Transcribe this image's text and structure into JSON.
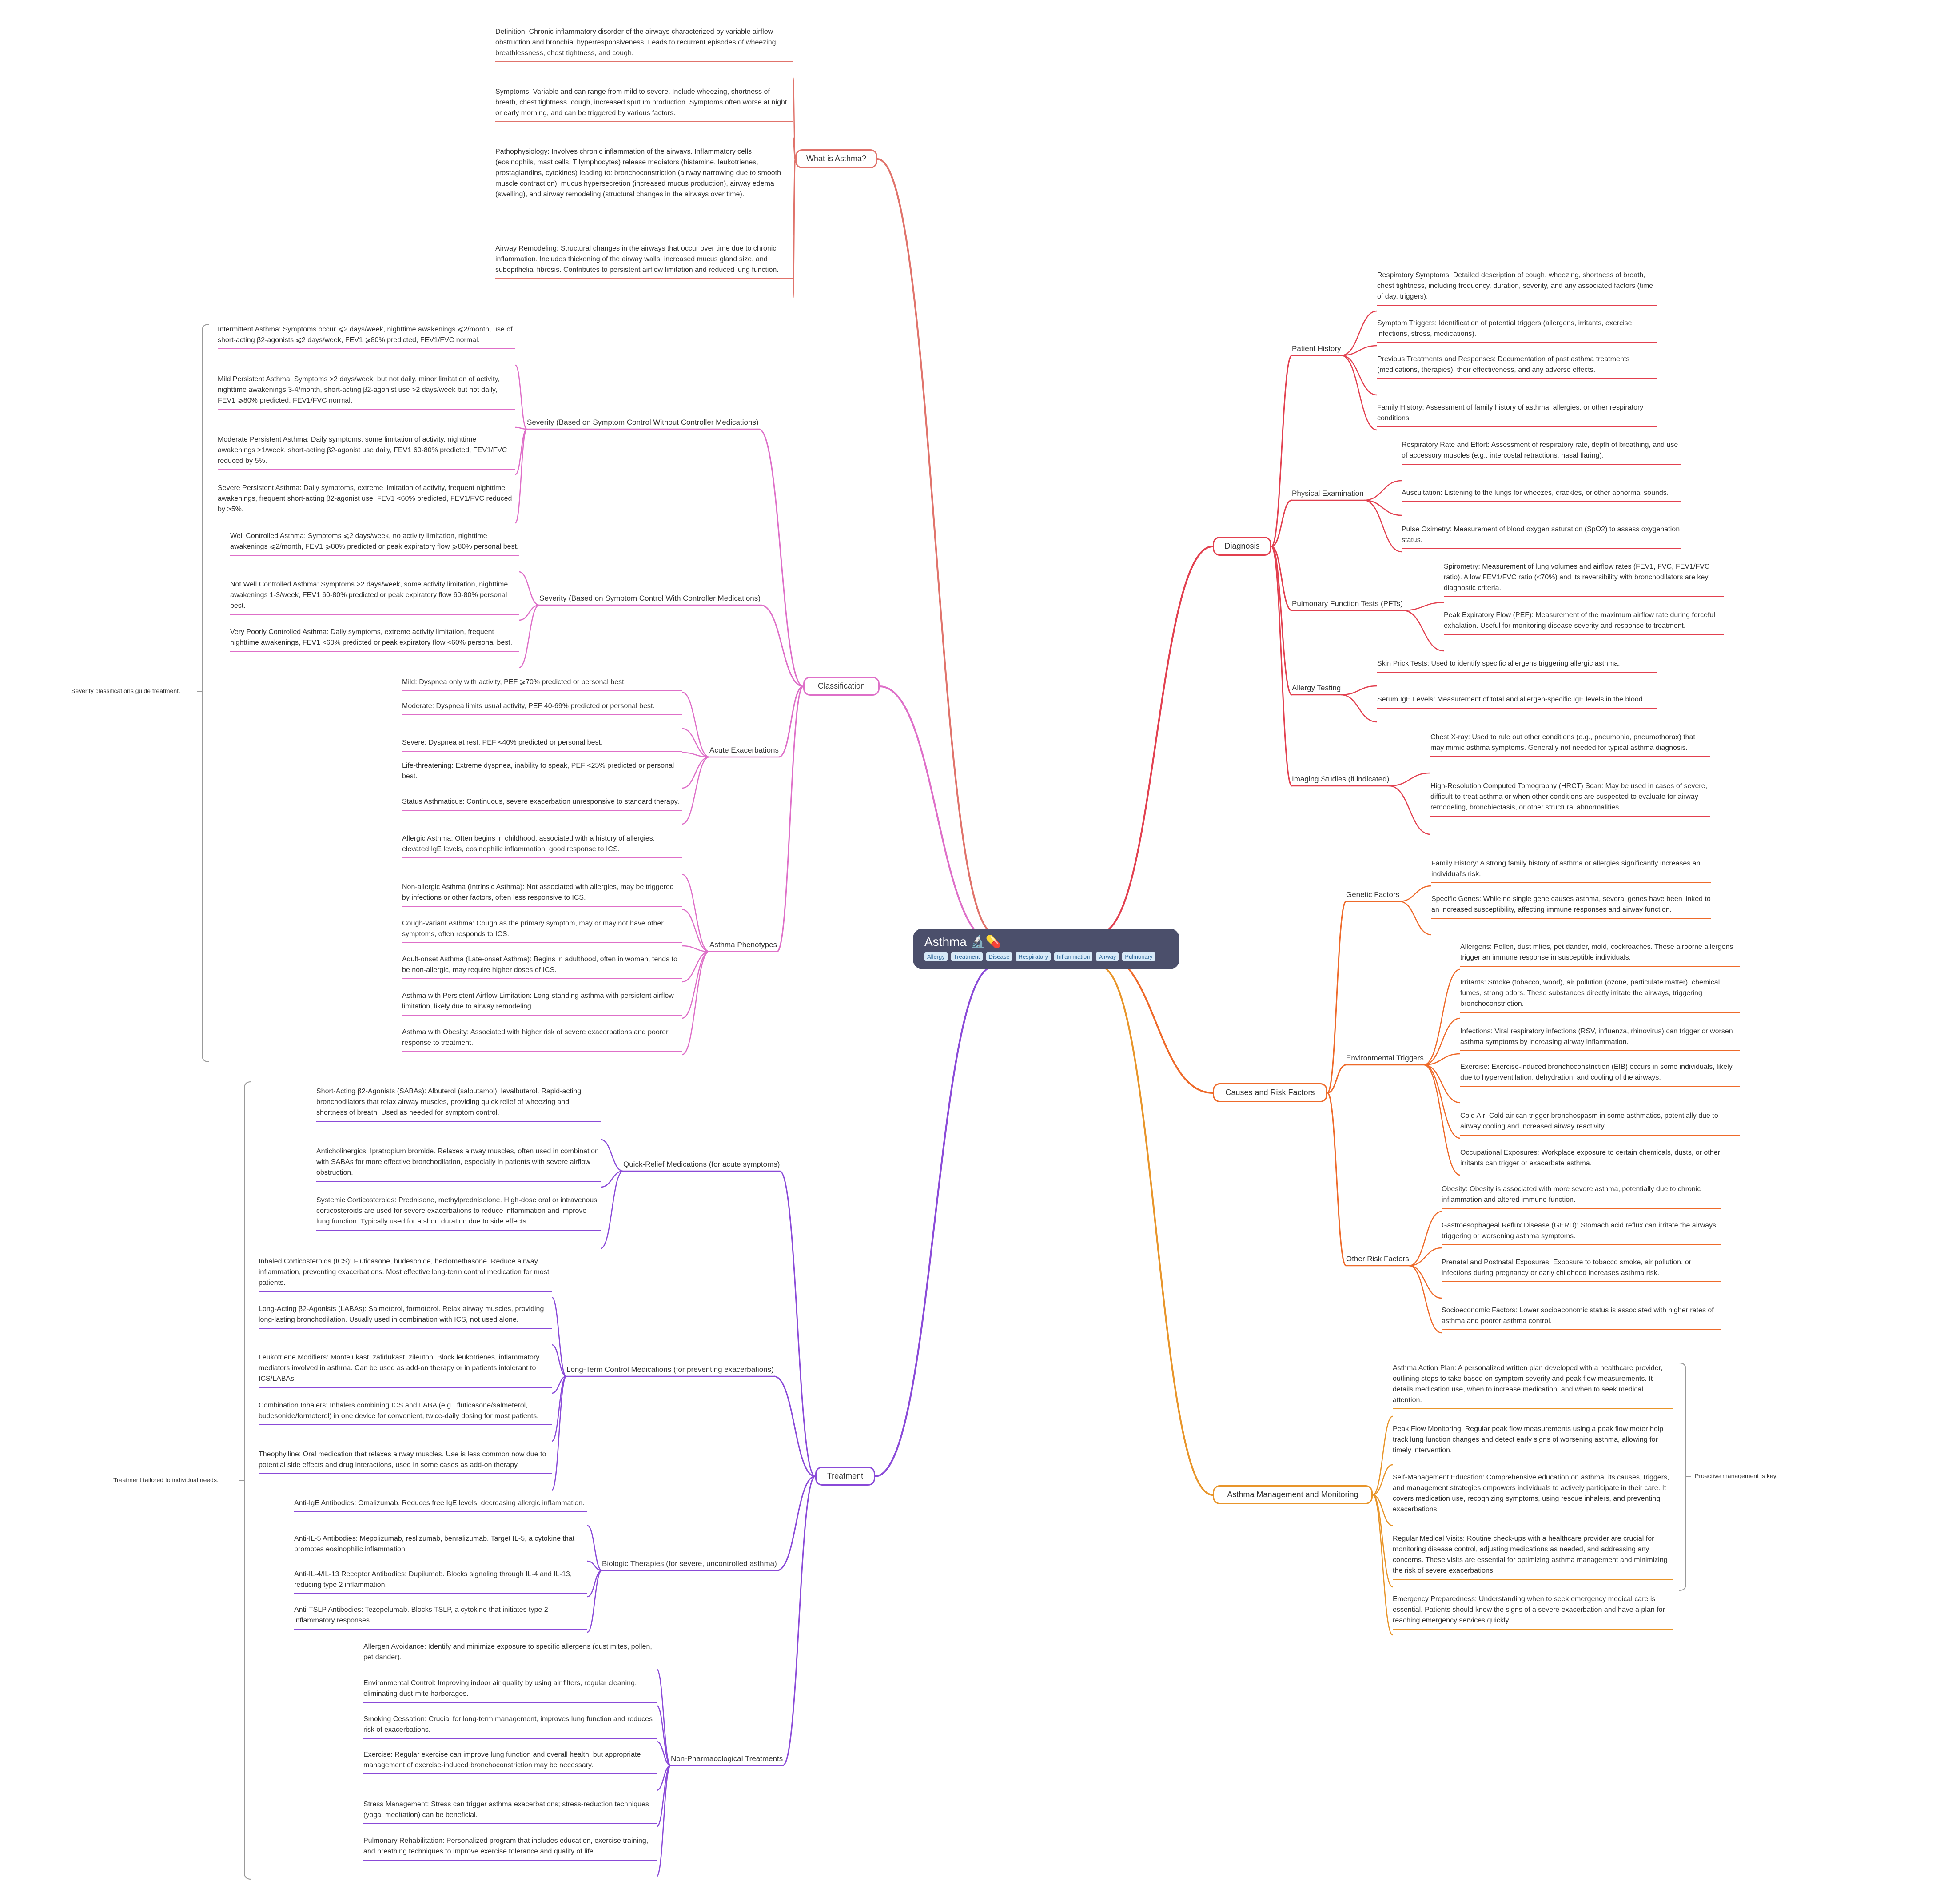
{
  "central": {
    "title": "Asthma 🔬💊",
    "tags": [
      "Allergy",
      "Treatment",
      "Disease",
      "Respiratory",
      "Inflammation",
      "Airway",
      "Pulmonary"
    ]
  },
  "colors": {
    "what": "#e0736b",
    "classification": "#de6fc8",
    "treatment": "#8a4ad8",
    "diagnosis": "#e2404f",
    "causes": "#ee6a2a",
    "management": "#e8952a",
    "central_bg": "#4b4f6b"
  },
  "branches": {
    "what": {
      "label": "What is Asthma?",
      "leaves": [
        "Definition: Chronic inflammatory disorder of the airways characterized by variable airflow obstruction and bronchial hyperresponsiveness. Leads to recurrent episodes of wheezing, breathlessness, chest tightness, and cough.",
        "Symptoms: Variable and can range from mild to severe. Include wheezing, shortness of breath, chest tightness, cough, increased sputum production. Symptoms often worse at night or early morning, and can be triggered by various factors.",
        "Pathophysiology: Involves chronic inflammation of the airways. Inflammatory cells (eosinophils, mast cells, T lymphocytes) release mediators (histamine, leukotrienes, prostaglandins, cytokines) leading to: bronchoconstriction (airway narrowing due to smooth muscle contraction), mucus hypersecretion (increased mucus production), airway edema (swelling), and airway remodeling (structural changes in the airways over time).",
        "Airway Remodeling: Structural changes in the airways that occur over time due to chronic inflammation. Includes thickening of the airway walls, increased mucus gland size, and subepithelial fibrosis. Contributes to persistent airflow limitation and reduced lung function."
      ]
    },
    "classification": {
      "label": "Classification",
      "note": "Severity classifications guide treatment.",
      "severity_without": {
        "label": "Severity (Based on Symptom Control Without Controller Medications)",
        "leaves": [
          "Intermittent Asthma: Symptoms occur ⩽2 days/week, nighttime awakenings ⩽2/month, use of short-acting β2-agonists ⩽2 days/week, FEV1 ⩾80% predicted, FEV1/FVC normal.",
          "Mild Persistent Asthma: Symptoms >2 days/week, but not daily, minor limitation of activity, nighttime awakenings 3-4/month, short-acting β2-agonist use >2 days/week but not daily, FEV1 ⩾80% predicted, FEV1/FVC normal.",
          "Moderate Persistent Asthma: Daily symptoms, some limitation of activity, nighttime awakenings >1/week, short-acting β2-agonist use daily, FEV1 60-80% predicted, FEV1/FVC reduced by 5%.",
          "Severe Persistent Asthma: Daily symptoms, extreme limitation of activity, frequent nighttime awakenings, frequent short-acting β2-agonist use, FEV1 <60% predicted, FEV1/FVC reduced by >5%."
        ]
      },
      "severity_with": {
        "label": "Severity (Based on Symptom Control With Controller Medications)",
        "leaves": [
          "Well Controlled Asthma: Symptoms ⩽2 days/week, no activity limitation, nighttime awakenings ⩽2/month, FEV1 ⩾80% predicted or peak expiratory flow ⩾80% personal best.",
          "Not Well Controlled Asthma: Symptoms >2 days/week, some activity limitation, nighttime awakenings 1-3/week, FEV1 60-80% predicted or peak expiratory flow 60-80% personal best.",
          "Very Poorly Controlled Asthma: Daily symptoms, extreme activity limitation, frequent nighttime awakenings, FEV1 <60% predicted or peak expiratory flow <60% personal best."
        ]
      },
      "acute": {
        "label": "Acute Exacerbations",
        "leaves": [
          "Mild: Dyspnea only with activity, PEF ⩾70% predicted or personal best.",
          "Moderate: Dyspnea limits usual activity, PEF 40-69% predicted or personal best.",
          "Severe: Dyspnea at rest, PEF <40% predicted or personal best.",
          "Life-threatening: Extreme dyspnea, inability to speak, PEF <25% predicted or personal best.",
          "Status Asthmaticus: Continuous, severe exacerbation unresponsive to standard therapy."
        ]
      },
      "phenotypes": {
        "label": "Asthma Phenotypes",
        "leaves": [
          "Allergic Asthma: Often begins in childhood, associated with a history of allergies, elevated IgE levels, eosinophilic inflammation, good response to ICS.",
          "Non-allergic Asthma (Intrinsic Asthma): Not associated with allergies, may be triggered by infections or other factors, often less responsive to ICS.",
          "Cough-variant Asthma: Cough as the primary symptom, may or may not have other symptoms, often responds to ICS.",
          "Adult-onset Asthma (Late-onset Asthma): Begins in adulthood, often in women, tends to be non-allergic, may require higher doses of ICS.",
          "Asthma with Persistent Airflow Limitation: Long-standing asthma with persistent airflow limitation, likely due to airway remodeling.",
          "Asthma with Obesity: Associated with higher risk of severe exacerbations and poorer response to treatment."
        ]
      }
    },
    "treatment": {
      "label": "Treatment",
      "note": "Treatment tailored to individual needs.",
      "quick": {
        "label": "Quick-Relief Medications (for acute symptoms)",
        "leaves": [
          "Short-Acting β2-Agonists (SABAs): Albuterol (salbutamol), levalbuterol. Rapid-acting bronchodilators that relax airway muscles, providing quick relief of wheezing and shortness of breath. Used as needed for symptom control.",
          "Anticholinergics: Ipratropium bromide. Relaxes airway muscles, often used in combination with SABAs for more effective bronchodilation, especially in patients with severe airflow obstruction.",
          "Systemic Corticosteroids: Prednisone, methylprednisolone. High-dose oral or intravenous corticosteroids are used for severe exacerbations to reduce inflammation and improve lung function. Typically used for a short duration due to side effects."
        ]
      },
      "longterm": {
        "label": "Long-Term Control Medications (for preventing exacerbations)",
        "leaves": [
          "Inhaled Corticosteroids (ICS): Fluticasone, budesonide, beclomethasone. Reduce airway inflammation, preventing exacerbations. Most effective long-term control medication for most patients.",
          "Long-Acting β2-Agonists (LABAs): Salmeterol, formoterol. Relax airway muscles, providing long-lasting bronchodilation. Usually used in combination with ICS, not used alone.",
          "Leukotriene Modifiers: Montelukast, zafirlukast, zileuton. Block leukotrienes, inflammatory mediators involved in asthma. Can be used as add-on therapy or in patients intolerant to ICS/LABAs.",
          "Combination Inhalers: Inhalers combining ICS and LABA (e.g., fluticasone/salmeterol, budesonide/formoterol) in one device for convenient, twice-daily dosing for most patients.",
          "Theophylline: Oral medication that relaxes airway muscles. Use is less common now due to potential side effects and drug interactions, used in some cases as add-on therapy."
        ]
      },
      "biologic": {
        "label": "Biologic Therapies (for severe, uncontrolled asthma)",
        "leaves": [
          "Anti-IgE Antibodies: Omalizumab. Reduces free IgE levels, decreasing allergic inflammation.",
          "Anti-IL-5 Antibodies: Mepolizumab, reslizumab, benralizumab. Target IL-5, a cytokine that promotes eosinophilic inflammation.",
          "Anti-IL-4/IL-13 Receptor Antibodies: Dupilumab. Blocks signaling through IL-4 and IL-13, reducing type 2 inflammation.",
          "Anti-TSLP Antibodies: Tezepelumab. Blocks TSLP, a cytokine that initiates type 2 inflammatory responses."
        ]
      },
      "nonpharm": {
        "label": "Non-Pharmacological Treatments",
        "leaves": [
          "Allergen Avoidance: Identify and minimize exposure to specific allergens (dust mites, pollen, pet dander).",
          "Environmental Control: Improving indoor air quality by using air filters, regular cleaning, eliminating dust-mite harborages.",
          "Smoking Cessation: Crucial for long-term management, improves lung function and reduces risk of exacerbations.",
          "Exercise: Regular exercise can improve lung function and overall health, but appropriate management of exercise-induced bronchoconstriction may be necessary.",
          "Stress Management: Stress can trigger asthma exacerbations; stress-reduction techniques (yoga, meditation) can be beneficial.",
          "Pulmonary Rehabilitation: Personalized program that includes education, exercise training, and breathing techniques to improve exercise tolerance and quality of life."
        ]
      }
    },
    "diagnosis": {
      "label": "Diagnosis",
      "history": {
        "label": "Patient History",
        "leaves": [
          "Respiratory Symptoms: Detailed description of cough, wheezing, shortness of breath, chest tightness, including frequency, duration, severity, and any associated factors (time of day, triggers).",
          "Symptom Triggers: Identification of potential triggers (allergens, irritants, exercise, infections, stress, medications).",
          "Previous Treatments and Responses: Documentation of past asthma treatments (medications, therapies), their effectiveness, and any adverse effects.",
          "Family History: Assessment of family history of asthma, allergies, or other respiratory conditions."
        ]
      },
      "physical": {
        "label": "Physical Examination",
        "leaves": [
          "Respiratory Rate and Effort: Assessment of respiratory rate, depth of breathing, and use of accessory muscles (e.g., intercostal retractions, nasal flaring).",
          "Auscultation: Listening to the lungs for wheezes, crackles, or other abnormal sounds.",
          "Pulse Oximetry: Measurement of blood oxygen saturation (SpO2) to assess oxygenation status."
        ]
      },
      "pft": {
        "label": "Pulmonary Function Tests (PFTs)",
        "leaves": [
          "Spirometry: Measurement of lung volumes and airflow rates (FEV1, FVC, FEV1/FVC ratio). A low FEV1/FVC ratio (<70%) and its reversibility with bronchodilators are key diagnostic criteria.",
          "Peak Expiratory Flow (PEF): Measurement of the maximum airflow rate during forceful exhalation. Useful for monitoring disease severity and response to treatment."
        ]
      },
      "allergy": {
        "label": "Allergy Testing",
        "leaves": [
          "Skin Prick Tests: Used to identify specific allergens triggering allergic asthma.",
          "Serum IgE Levels: Measurement of total and allergen-specific IgE levels in the blood."
        ]
      },
      "imaging": {
        "label": "Imaging Studies (if indicated)",
        "leaves": [
          "Chest X-ray: Used to rule out other conditions (e.g., pneumonia, pneumothorax) that may mimic asthma symptoms. Generally not needed for typical asthma diagnosis.",
          "High-Resolution Computed Tomography (HRCT) Scan: May be used in cases of severe, difficult-to-treat asthma or when other conditions are suspected to evaluate for airway remodeling, bronchiectasis, or other structural abnormalities."
        ]
      }
    },
    "causes": {
      "label": "Causes and Risk Factors",
      "genetic": {
        "label": "Genetic Factors",
        "leaves": [
          "Family History: A strong family history of asthma or allergies significantly increases an individual's risk.",
          "Specific Genes: While no single gene causes asthma, several genes have been linked to an increased susceptibility, affecting immune responses and airway function."
        ]
      },
      "environmental": {
        "label": "Environmental Triggers",
        "leaves": [
          "Allergens: Pollen, dust mites, pet dander, mold, cockroaches. These airborne allergens trigger an immune response in susceptible individuals.",
          "Irritants: Smoke (tobacco, wood), air pollution (ozone, particulate matter), chemical fumes, strong odors. These substances directly irritate the airways, triggering bronchoconstriction.",
          "Infections: Viral respiratory infections (RSV, influenza, rhinovirus) can trigger or worsen asthma symptoms by increasing airway inflammation.",
          "Exercise: Exercise-induced bronchoconstriction (EIB) occurs in some individuals, likely due to hyperventilation, dehydration, and cooling of the airways.",
          "Cold Air: Cold air can trigger bronchospasm in some asthmatics, potentially due to airway cooling and increased airway reactivity.",
          "Occupational Exposures: Workplace exposure to certain chemicals, dusts, or other irritants can trigger or exacerbate asthma."
        ]
      },
      "other": {
        "label": "Other Risk Factors",
        "leaves": [
          "Obesity: Obesity is associated with more severe asthma, potentially due to chronic inflammation and altered immune function.",
          "Gastroesophageal Reflux Disease (GERD): Stomach acid reflux can irritate the airways, triggering or worsening asthma symptoms.",
          "Prenatal and Postnatal Exposures: Exposure to tobacco smoke, air pollution, or infections during pregnancy or early childhood increases asthma risk.",
          "Socioeconomic Factors: Lower socioeconomic status is associated with higher rates of asthma and poorer asthma control."
        ]
      }
    },
    "management": {
      "label": "Asthma Management and Monitoring",
      "note": "Proactive management is key.",
      "leaves": [
        "Asthma Action Plan: A personalized written plan developed with a healthcare provider, outlining steps to take based on symptom severity and peak flow measurements. It details medication use, when to increase medication, and when to seek medical attention.",
        "Peak Flow Monitoring: Regular peak flow measurements using a peak flow meter help track lung function changes and detect early signs of worsening asthma, allowing for timely intervention.",
        "Self-Management Education: Comprehensive education on asthma, its causes, triggers, and management strategies empowers individuals to actively participate in their care. It covers medication use, recognizing symptoms, using rescue inhalers, and preventing exacerbations.",
        "Regular Medical Visits: Routine check-ups with a healthcare provider are crucial for monitoring disease control, adjusting medications as needed, and addressing any concerns. These visits are essential for optimizing asthma management and minimizing the risk of severe exacerbations.",
        "Emergency Preparedness: Understanding when to seek emergency medical care is essential. Patients should know the signs of a severe exacerbation and have a plan for reaching emergency services quickly."
      ]
    }
  }
}
